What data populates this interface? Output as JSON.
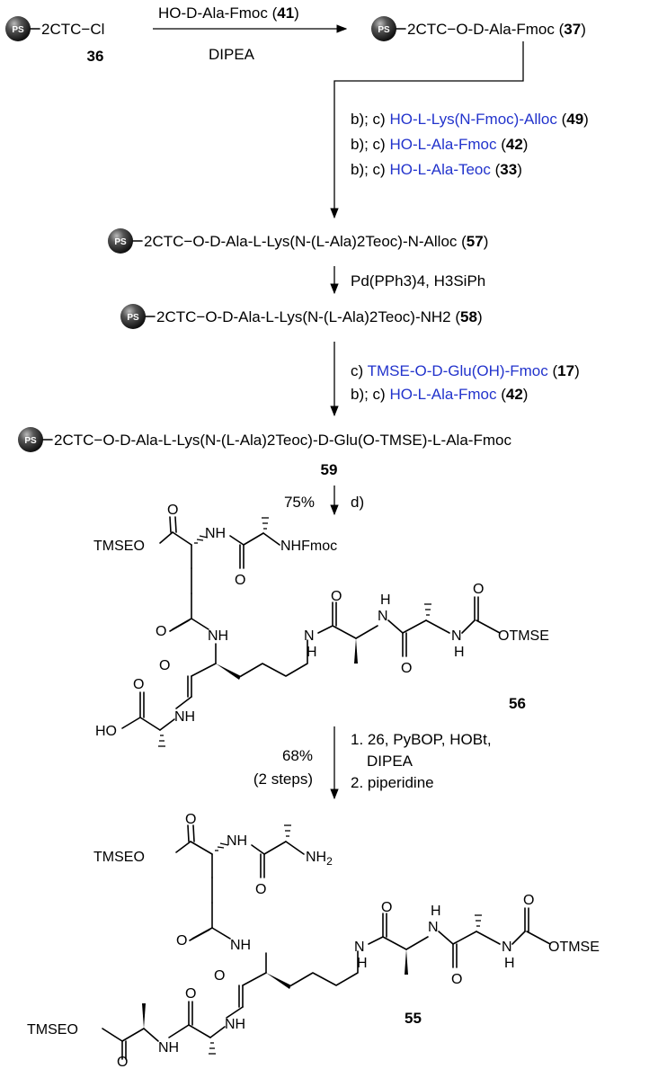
{
  "compounds": {
    "c36": {
      "label": "2CTC−Cl",
      "number": "36"
    },
    "c37": {
      "label": "2CTC−O-D-Ala-Fmoc",
      "number": "37"
    },
    "c57": {
      "label": "2CTC−O-D-Ala-L-Lys(N-(L-Ala)2Teoc)-N-Alloc",
      "number": "57"
    },
    "c58": {
      "label": "2CTC−O-D-Ala-L-Lys(N-(L-Ala)2Teoc)-NH2",
      "number": "58"
    },
    "c59": {
      "label": "2CTC−O-D-Ala-L-Lys(N-(L-Ala)2Teoc)-D-Glu(O-TMSE)-L-Ala-Fmoc",
      "number": "59"
    },
    "c56": {
      "number": "56"
    },
    "c55": {
      "number": "55"
    }
  },
  "resin_label": "PS",
  "steps": {
    "step1": {
      "reagent": "HO-D-Ala-Fmoc",
      "reagent_number": "41",
      "base": "DIPEA"
    },
    "step2": [
      {
        "prefix": "b); c)",
        "reagent": "HO-L-Lys(N-Fmoc)-Alloc",
        "number": "49"
      },
      {
        "prefix": "b); c)",
        "reagent": "HO-L-Ala-Fmoc",
        "number": "42"
      },
      {
        "prefix": "b); c)",
        "reagent": "HO-L-Ala-Teoc",
        "number": "33"
      }
    ],
    "step3": {
      "reagents": "Pd(PPh3)4, H3SiPh"
    },
    "step4": [
      {
        "prefix": "c)",
        "reagent": "TMSE-O-D-Glu(OH)-Fmoc",
        "number": "17"
      },
      {
        "prefix": "b); c)",
        "reagent": "HO-L-Ala-Fmoc",
        "number": "42"
      }
    ],
    "step5": {
      "yield": "75%",
      "label": "d)"
    },
    "step6": {
      "yield": "68%",
      "note": "(2 steps)",
      "line1": "1. 26, PyBOP, HOBt,",
      "line2": "DIPEA",
      "line3": "2. piperidine"
    }
  },
  "atoms": {
    "O": "O",
    "N": "N",
    "H": "H",
    "NH": "NH",
    "HO": "HO",
    "TMSEO": "TMSEO",
    "NHFmoc": "NHFmoc",
    "OTMSE": "OTMSE",
    "NH2": "NH2"
  },
  "colors": {
    "reagent_blue": "#2233cc",
    "bond": "#000000",
    "resin_dark": "#222222"
  }
}
